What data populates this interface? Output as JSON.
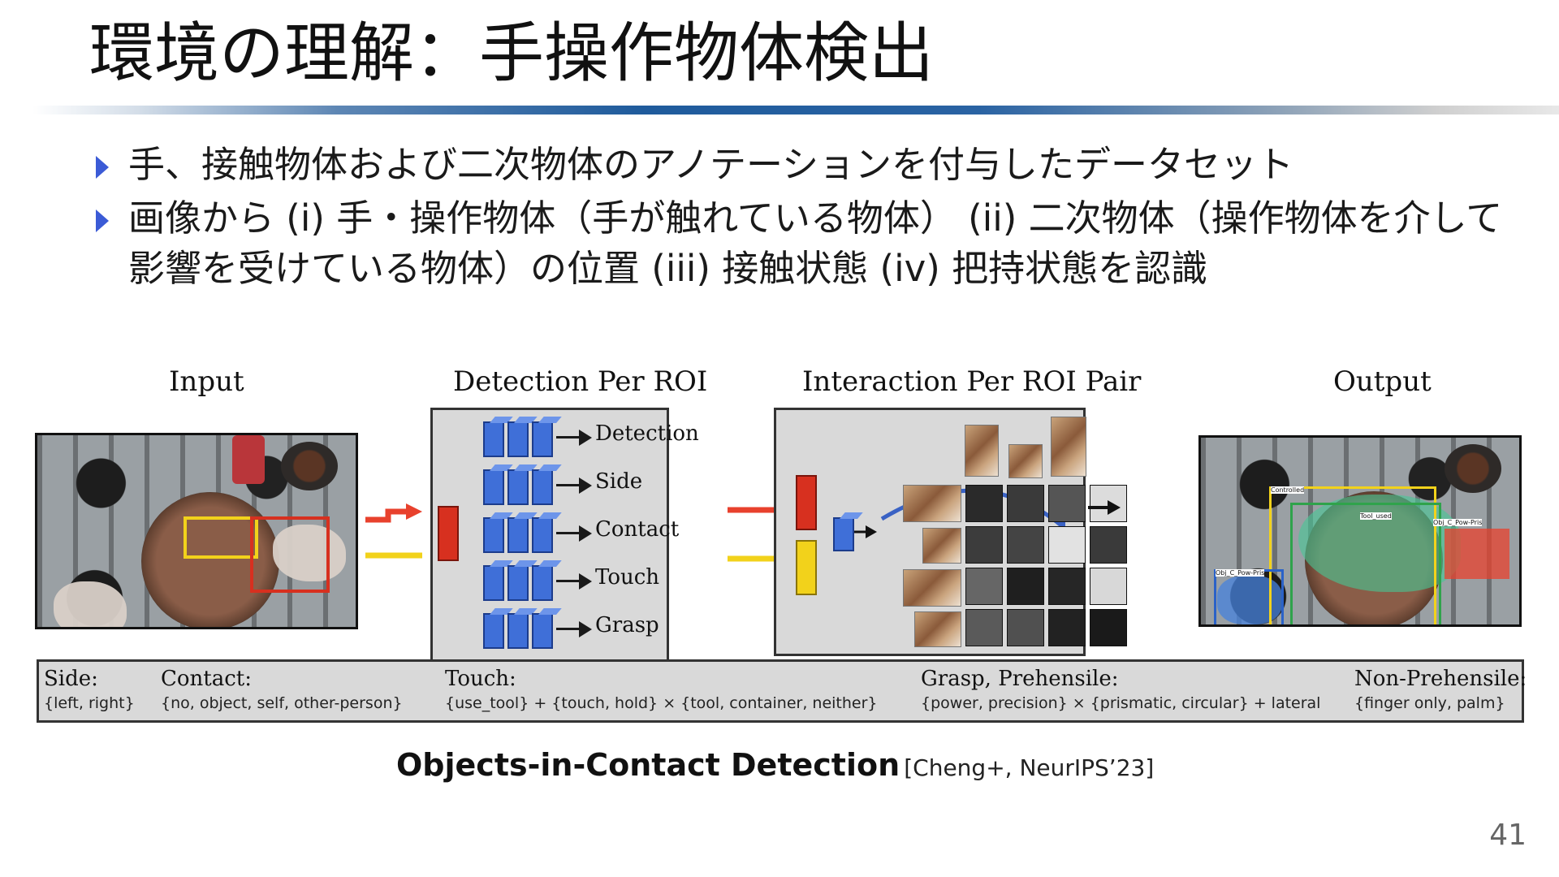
{
  "slide": {
    "title": "環境の理解：手操作物体検出",
    "bullets": [
      "手、接触物体および二次物体のアノテーションを付与したデータセット",
      "画像から (i) 手・操作物体（手が触れている物体） (ii) 二次物体（操作物体を介して影響を受けている物体）の位置 (iii) 接触状態 (iv) 把持状態を認識"
    ],
    "page_number": "41"
  },
  "figure": {
    "headers": {
      "input": "Input",
      "detection": "Detection Per ROI",
      "interaction": "Interaction Per ROI Pair",
      "output": "Output"
    },
    "heads": [
      "Detection",
      "Side",
      "Contact",
      "Touch",
      "Grasp"
    ],
    "matrix_colors": [
      [
        "#2a2a2a",
        "#3a3a3a",
        "#555555",
        "#dcdcdc"
      ],
      [
        "#3c3c3c",
        "#444444",
        "#e2e2e2",
        "#3a3a3a"
      ],
      [
        "#666666",
        "#1f1f1f",
        "#262626",
        "#d8d8d8"
      ],
      [
        "#5a5a5a",
        "#505050",
        "#222222",
        "#1a1a1a"
      ]
    ],
    "colors": {
      "red_roi": "#d7301f",
      "yellow_roi": "#f2d21b",
      "blue_block": "#3f6fd8"
    },
    "attributes": [
      {
        "title": "Side:",
        "values": "{left, right}"
      },
      {
        "title": "Contact:",
        "values": "{no, object, self, other-person}"
      },
      {
        "title": "Touch:",
        "values": "{use_tool} + {touch, hold} × {tool, container, neither}"
      },
      {
        "title": "Grasp, Prehensile:",
        "values": "{power, precision} × {prismatic, circular} + lateral"
      },
      {
        "title": "Non-Prehensile:",
        "values": "{finger only, palm}"
      }
    ],
    "output_labels": [
      "Controlled",
      "Tool_used",
      "Obj_C_Pow-Pris",
      "Obj_C_Pow-Pris"
    ]
  },
  "caption": {
    "main": "Objects-in-Contact Detection",
    "ref": "[Cheng+, NeurIPS’23]"
  }
}
